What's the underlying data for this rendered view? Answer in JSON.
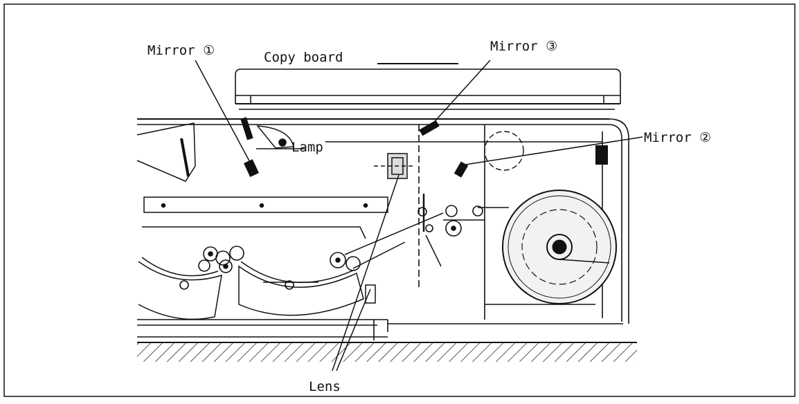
{
  "diagram": {
    "labels": {
      "mirror_1": "Mirror ①",
      "copy_board": "Copy board",
      "mirror_3": "Mirror ③",
      "mirror_2": "Mirror ②",
      "lamp": "Lamp",
      "lens": "Lens"
    },
    "colors": {
      "ink": "#111111",
      "paper": "#ffffff",
      "roll_fill": "#f2f2f2"
    }
  }
}
